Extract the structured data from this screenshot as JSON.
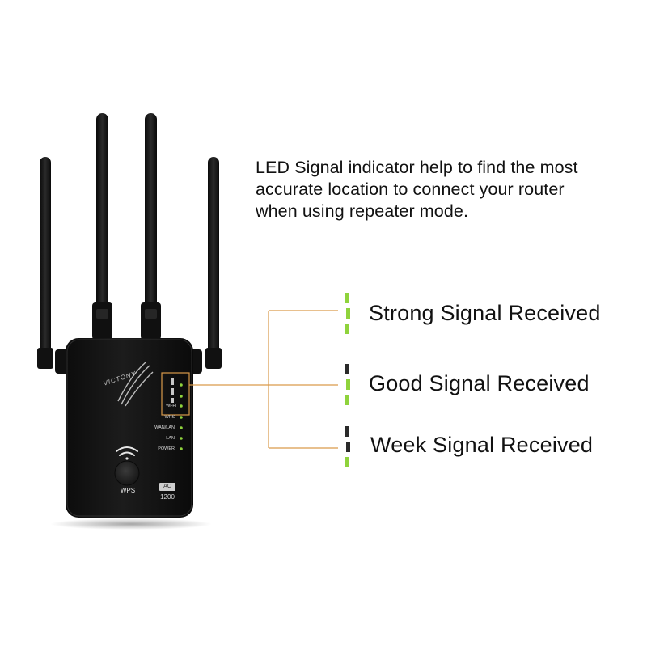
{
  "headline": {
    "line1": "LED Signal indicator help to find the most",
    "line2": "accurate location to connect your router",
    "line3": "when using repeater mode."
  },
  "signals": [
    {
      "label": "Strong Signal Received",
      "bars_lit": 3
    },
    {
      "label": "Good Signal Received",
      "bars_lit": 2
    },
    {
      "label": "Week Signal Received",
      "bars_lit": 1
    }
  ],
  "device": {
    "brand": "VICTONY",
    "led_labels": [
      "Wi-Fi",
      "WPS",
      "WAN/LAN",
      "LAN",
      "POWER"
    ],
    "button_label": "WPS",
    "badge": "AC",
    "model": "1200"
  },
  "colors": {
    "led_green": "#8fd33c",
    "bar_off": "#2a2a2a",
    "callout_line": "#d99a4a",
    "device_body": "#141414"
  }
}
